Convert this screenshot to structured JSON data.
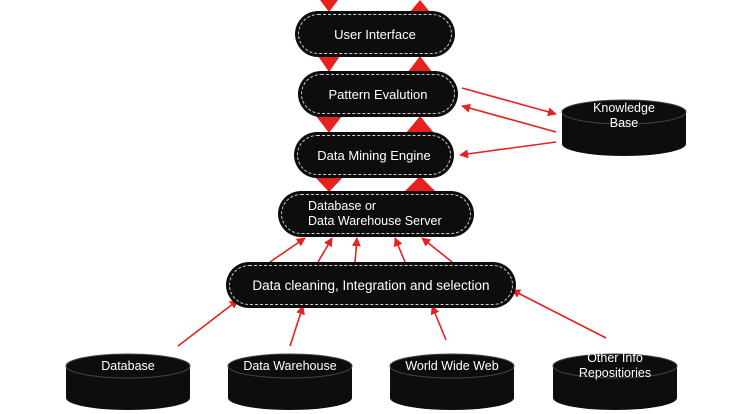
{
  "nodes": {
    "user_interface": "User Interface",
    "pattern_evaluation": "Pattern Evalution",
    "data_mining_engine": "Data Mining Engine",
    "db_server_line1": "Database or",
    "db_server_line2": "Data Warehouse Server",
    "data_cleaning": "Data cleaning, Integration and selection",
    "knowledge_base_line1": "Knowledge",
    "knowledge_base_line2": "Base",
    "database": "Database",
    "data_warehouse": "Data Warehouse",
    "world_wide_web": "World Wide Web",
    "other_info_line1": "Other Info",
    "other_info_line2": "Repositiories"
  },
  "colors": {
    "arrow": "#e8201e",
    "node": "#0d0d0d",
    "text": "#ffffff"
  }
}
